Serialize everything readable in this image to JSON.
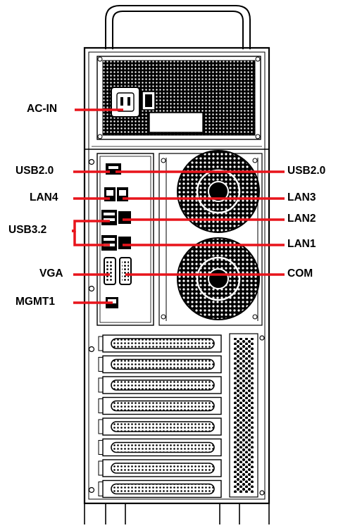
{
  "diagram": {
    "labels": {
      "ac_in": "AC-IN",
      "usb20_left": "USB2.0",
      "usb20_right": "USB2.0",
      "lan4": "LAN4",
      "lan3": "LAN3",
      "lan2": "LAN2",
      "lan1": "LAN1",
      "usb32": "USB3.2",
      "vga": "VGA",
      "com": "COM",
      "mgmt1": "MGMT1"
    },
    "expansion_slot_count": 8,
    "colors": {
      "callout_line": "#e8141b",
      "outline": "#000000",
      "background": "#ffffff"
    }
  }
}
